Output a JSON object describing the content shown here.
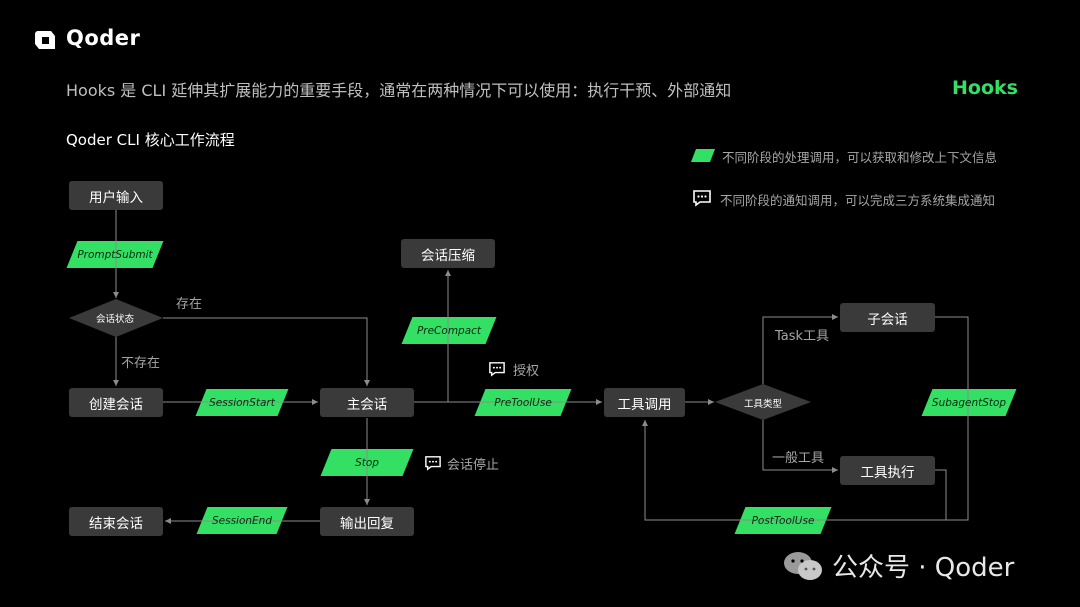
{
  "brand": {
    "name": "Qoder"
  },
  "headline": "Hooks 是 CLI 延伸其扩展能力的重要手段，通常在两种情况下可以使用：执行干预、外部通知",
  "hooks_title": "Hooks",
  "section_title": "Qoder CLI 核心工作流程",
  "legend": {
    "processing": "不同阶段的处理调用，可以获取和修改上下文信息",
    "notification": "不同阶段的通知调用，可以完成三方系统集成通知"
  },
  "nodes": {
    "user_input": "用户输入",
    "create_session": "创建会话",
    "main_session": "主会话",
    "compress": "会话压缩",
    "output": "输出回复",
    "end_session": "结束会话",
    "tool_call": "工具调用",
    "sub_session": "子会话",
    "tool_exec": "工具执行"
  },
  "decisions": {
    "session_state": "会话状态",
    "tool_type": "工具类型"
  },
  "hooks": {
    "prompt_submit": "PromptSubmit",
    "session_start": "SessionStart",
    "pre_compact": "PreCompact",
    "pre_tool_use": "PreToolUse",
    "stop": "Stop",
    "session_end": "SessionEnd",
    "post_tool_use": "PostToolUse",
    "subagent_stop": "SubagentStop"
  },
  "edge_labels": {
    "exists": "存在",
    "not_exists": "不存在",
    "task_tool": "Task工具",
    "general_tool": "一般工具"
  },
  "notifications": {
    "authorize": "授权",
    "session_stop": "会话停止"
  },
  "watermark": "公众号 · Qoder",
  "colors": {
    "accent": "#33e064",
    "box": "#3a3a3a",
    "background": "#000000"
  },
  "icons": {
    "logo": "qoder-logo-icon",
    "chat": "chat-bubble-icon",
    "wechat": "wechat-icon"
  }
}
